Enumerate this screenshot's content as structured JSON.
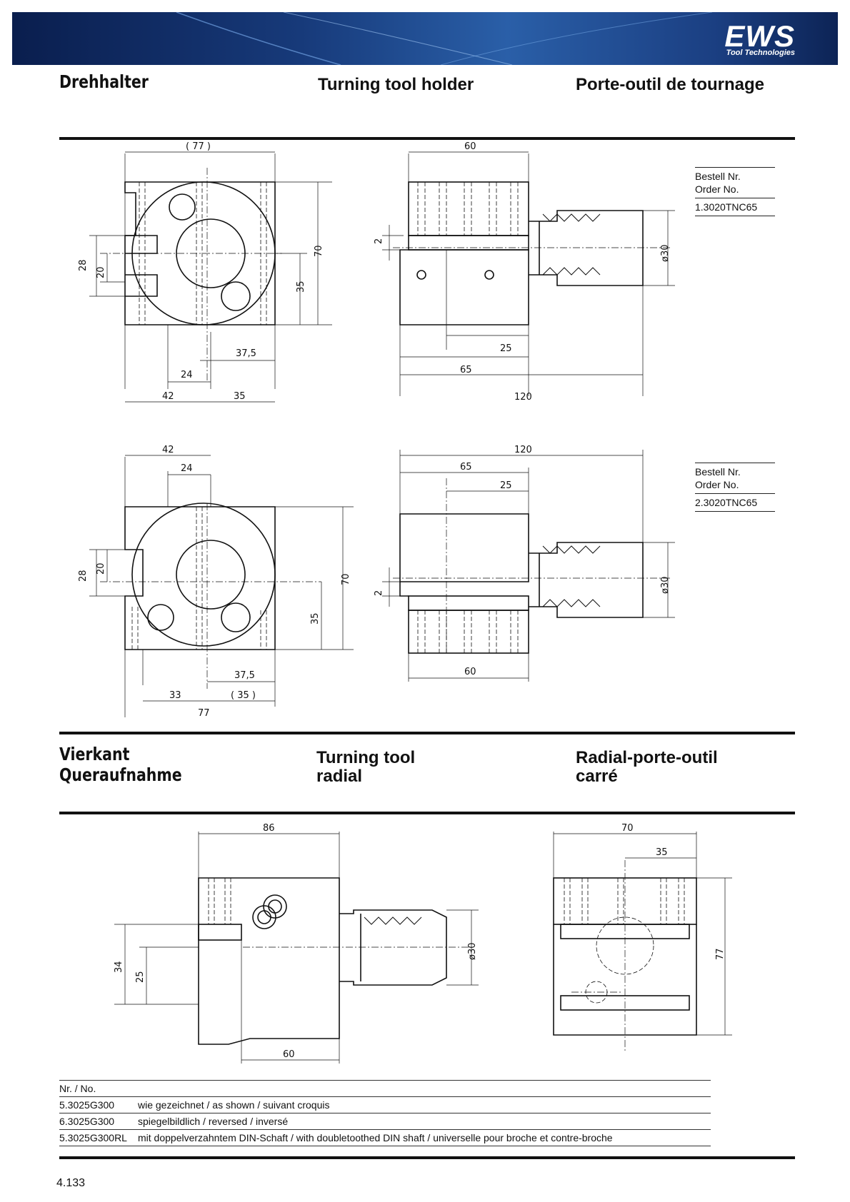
{
  "brand": {
    "name": "EWS",
    "tagline": "Tool Technologies"
  },
  "section1": {
    "title_de": "Drehhalter",
    "title_en": "Turning tool holder",
    "title_fr": "Porte-outil de tournage",
    "order_blocks": [
      {
        "label1": "Bestell Nr.",
        "label2": "Order No.",
        "number": "1.3020TNC65"
      },
      {
        "label1": "Bestell Nr.",
        "label2": "Order No.",
        "number": "2.3020TNC65"
      }
    ]
  },
  "section2": {
    "title_de_line1": "Vierkant",
    "title_de_line2": "Queraufnahme",
    "title_en_line1": "Turning tool",
    "title_en_line2": "radial",
    "title_fr_line1": "Radial-porte-outil",
    "title_fr_line2": "carré"
  },
  "dims": {
    "d77p": "( 77 )",
    "d70": "70",
    "d28": "28",
    "d20": "20",
    "d35": "35",
    "d375": "37,5",
    "d24": "24",
    "d42": "42",
    "d60": "60",
    "d2": "2",
    "d30": "ø30",
    "d25": "25",
    "d65": "65",
    "d120": "120",
    "d33": "33",
    "d35p": "( 35 )",
    "d77": "77",
    "d86": "86",
    "d34": "34"
  },
  "table": {
    "header": "Nr. / No.",
    "rows": [
      {
        "nr": "5.3025G300",
        "desc": "wie gezeichnet / as shown / suivant croquis"
      },
      {
        "nr": "6.3025G300",
        "desc": "spiegelbildlich / reversed / inversé"
      },
      {
        "nr": "5.3025G300RL",
        "desc": "mit doppelverzahntem DIN-Schaft / with doubletoothed DIN shaft / universelle pour broche et contre-broche"
      }
    ]
  },
  "page_number": "4.133"
}
